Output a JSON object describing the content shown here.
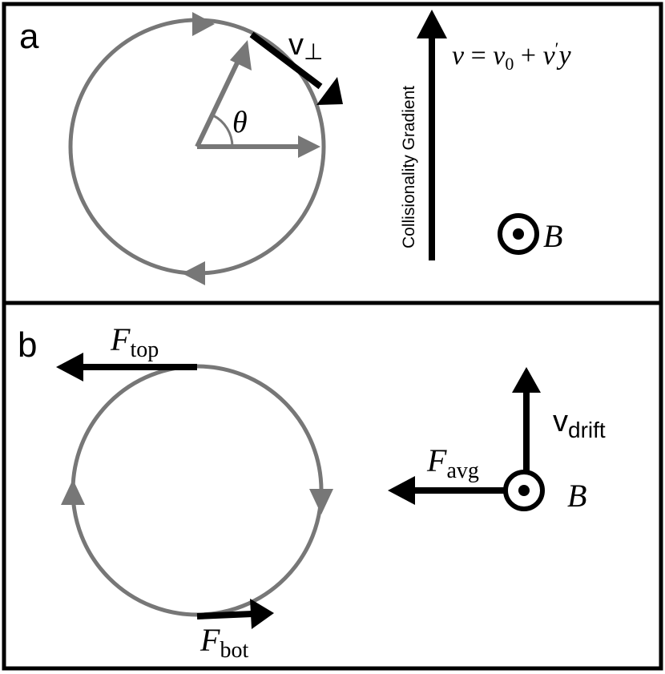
{
  "colors": {
    "gray": "#777777",
    "black": "#000000",
    "background": "#ffffff"
  },
  "panel_a": {
    "label": "a",
    "v_perp": "v",
    "v_perp_sub": "⊥",
    "theta": "θ",
    "gradient_label": "Collisionality Gradient",
    "equation": {
      "nu": "ν",
      "eq": "=",
      "nu0": "ν",
      "nu0_sub": "0",
      "plus": "+",
      "nu_prime": "ν",
      "prime": "′",
      "y": "y"
    },
    "b_label": "B"
  },
  "panel_b": {
    "label": "b",
    "f_top": "F",
    "f_top_sub": "top",
    "f_bot": "F",
    "f_bot_sub": "bot",
    "f_avg": "F",
    "f_avg_sub": "avg",
    "v_drift": "v",
    "v_drift_sub": "drift",
    "b_label": "B"
  }
}
